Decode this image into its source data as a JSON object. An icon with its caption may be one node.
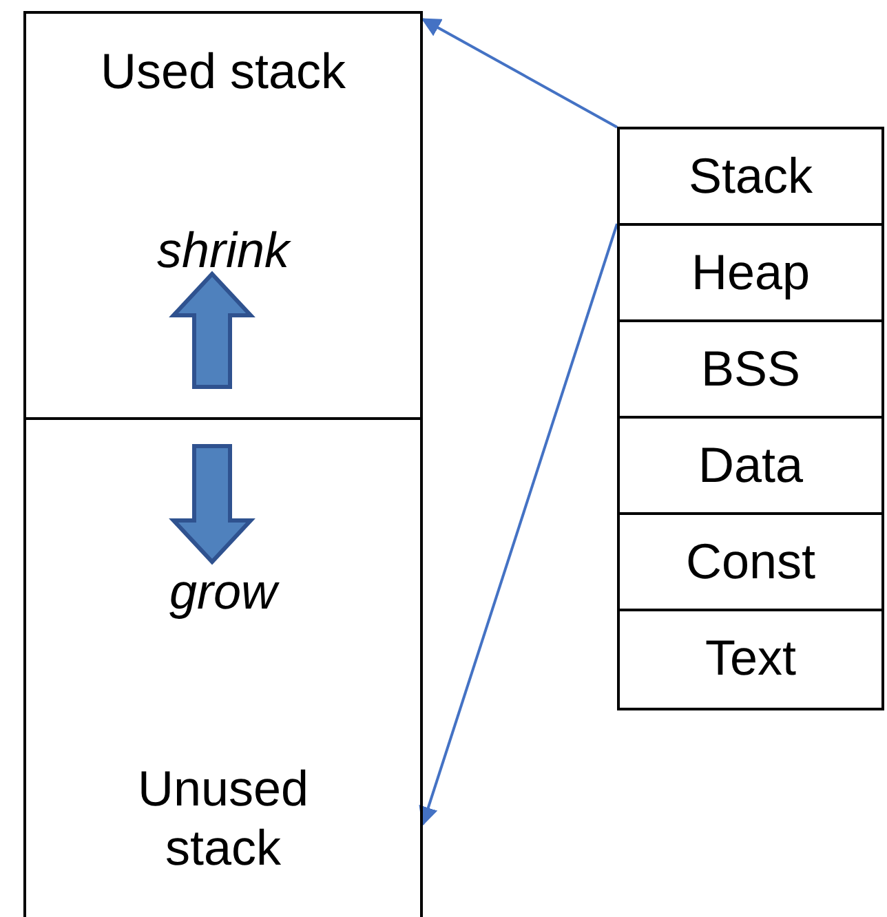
{
  "diagram": {
    "nodes": [
      {
        "text": [
          "Used stack",
          "shrink"
        ]
      },
      {
        "text": [
          "grow",
          "Unused stack"
        ]
      },
      {
        "text": [
          "Stack"
        ]
      },
      {
        "text": [
          "Heap"
        ]
      },
      {
        "text": [
          "BSS"
        ]
      },
      {
        "text": [
          "Data"
        ]
      },
      {
        "text": [
          "Const"
        ]
      },
      {
        "text": [
          "Text"
        ]
      }
    ],
    "edges": [
      {
        "from": 2,
        "to": 0,
        "arrow": "to"
      },
      {
        "from": 2,
        "to": 1,
        "arrow": "to"
      }
    ]
  }
}
